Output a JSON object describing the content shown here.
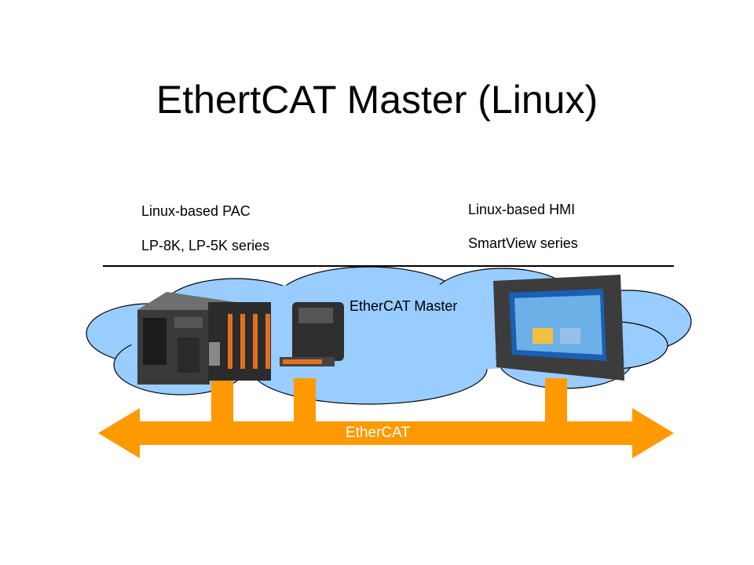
{
  "title": "EthertCAT Master (Linux)",
  "pac": {
    "line1": "Linux-based PAC",
    "line2": "LP-8K, LP-5K series"
  },
  "hmi": {
    "line1": "Linux-based HMI",
    "line2": "SmartView series"
  },
  "cloud_label": "EtherCAT Master",
  "bus_label": "EtherCAT",
  "colors": {
    "cloud": "#99ccff",
    "bus": "#ff9900",
    "device": "#2b2b2b"
  }
}
